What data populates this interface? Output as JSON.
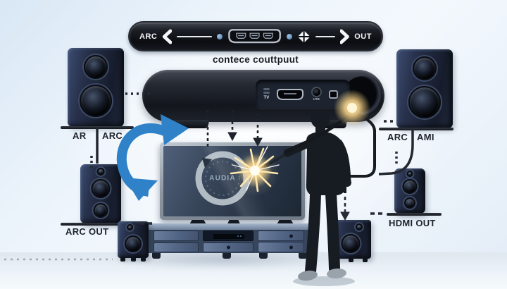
{
  "banner": {
    "left_label": "ARC",
    "right_label": "OUT",
    "caption": "contece couttpuut"
  },
  "soundbar": {
    "panel_label": "TV",
    "jack_label": "UTB"
  },
  "speakers": {
    "front_left": {
      "label_left": "AR",
      "label_right": "ARC"
    },
    "front_right": {
      "label_left": "ARC",
      "label_right": "AMI"
    },
    "rear_left": {
      "label": "ARC OUT"
    },
    "rear_right": {
      "label": "HDMI OUT"
    }
  },
  "tv": {
    "screen_text": "AUDIA"
  },
  "colors": {
    "accent_blue": "#2f82c7",
    "glow_yellow": "#ffd98a",
    "cabinet_blue": "#51648 4",
    "ink": "#14171d",
    "background": "#eaf2fa"
  }
}
